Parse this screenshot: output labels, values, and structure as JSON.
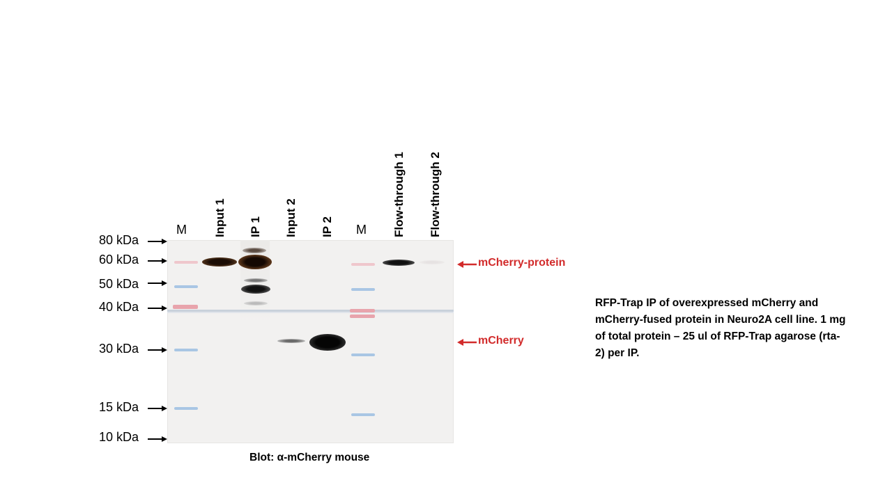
{
  "lanes": [
    {
      "label": "Input 1"
    },
    {
      "label": "IP 1"
    },
    {
      "label": "Input 2"
    },
    {
      "label": "IP 2"
    },
    {
      "label": "Flow-through 1"
    },
    {
      "label": "Flow-through 2"
    }
  ],
  "marker_label": "M",
  "mw_markers": [
    "80 kDa",
    "60 kDa",
    "50 kDa",
    "40 kDa",
    "30 kDa",
    "15 kDa",
    "10 kDa"
  ],
  "callouts": {
    "fusion": "mCherry-protein",
    "free": "mCherry"
  },
  "blot_title": "Blot: α-mCherry mouse",
  "caption": "RFP-Trap IP of overexpressed mCherry and mCherry-fused  protein in Neuro2A cell line. 1 mg of total protein – 25 ul of RFP-Trap agarose (rta-2) per IP.",
  "colors": {
    "callout_red": "#d22b2b",
    "band": "#2a1a10",
    "ladder_blue": "#8fb4d8",
    "ladder_red": "#e6a0a8"
  }
}
